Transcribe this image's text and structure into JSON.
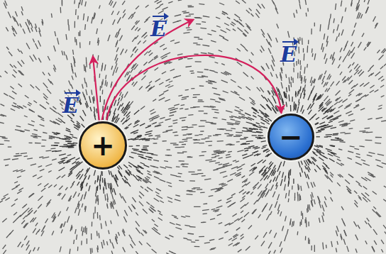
{
  "diagram": {
    "nodes": [
      {
        "text": [
          "+"
        ]
      },
      {
        "text": [
          "−"
        ]
      }
    ],
    "edges": [
      {
        "from": 0,
        "to": 1,
        "arrow": "to"
      }
    ],
    "labels": [
      "E",
      "E",
      "E"
    ]
  }
}
